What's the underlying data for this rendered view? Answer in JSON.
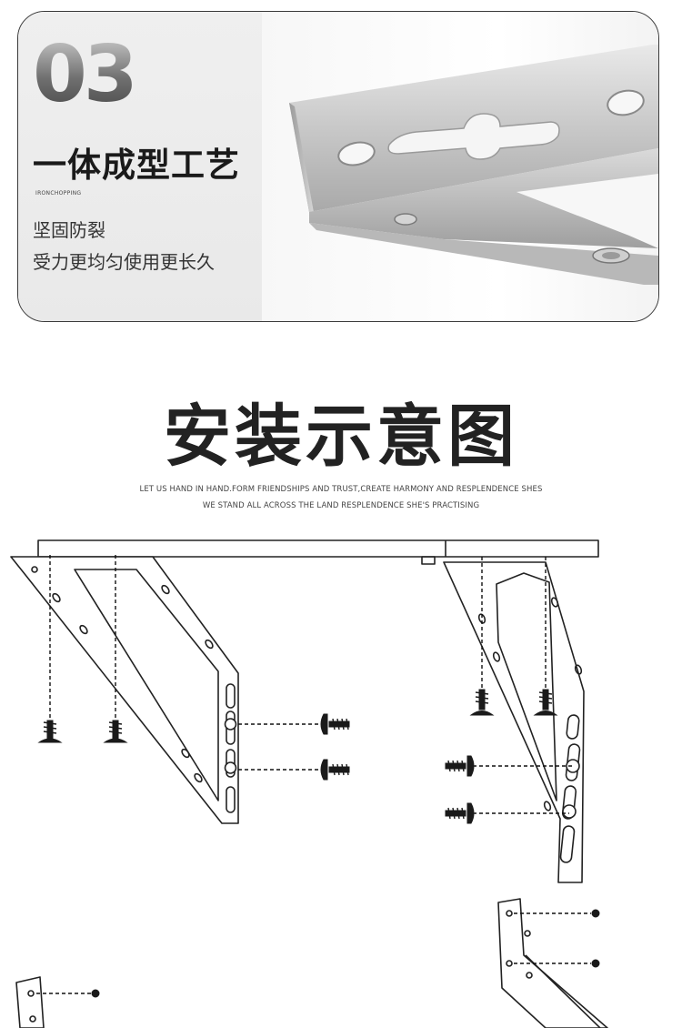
{
  "feature": {
    "number": "03",
    "title": "一体成型工艺",
    "english": "IRONCHOPPING",
    "line1": "坚固防裂",
    "line2": "受力更均匀使用更长久"
  },
  "install": {
    "title": "安装示意图",
    "subtitle_line1": "LET US HAND IN HAND.FORM FRIENDSHIPS AND TRUST,CREATE HARMONY AND RESPLENDENCE SHES",
    "subtitle_line2": "WE STAND ALL ACROSS THE LAND RESPLENDENCE SHE'S PRACTISING"
  },
  "colors": {
    "line": "#222222",
    "dash": "#111111",
    "metal_light": "#f2f2f2",
    "metal_dark": "#8c8c8c"
  }
}
